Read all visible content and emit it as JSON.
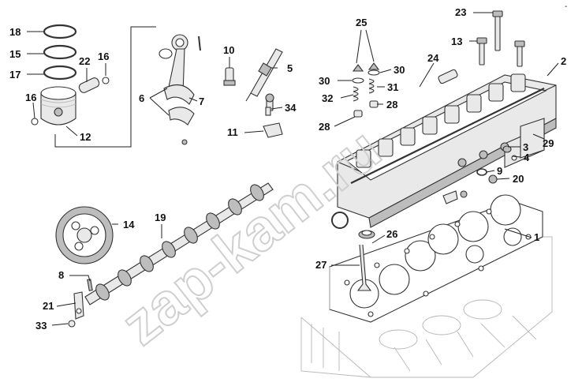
{
  "corner_mark": "-",
  "watermark": "zap-kam.ru",
  "callouts": [
    {
      "id": "c1",
      "text": "1"
    },
    {
      "id": "c2",
      "text": "2"
    },
    {
      "id": "c3",
      "text": "3"
    },
    {
      "id": "c4",
      "text": "4"
    },
    {
      "id": "c5",
      "text": "5"
    },
    {
      "id": "c6",
      "text": "6"
    },
    {
      "id": "c7",
      "text": "7"
    },
    {
      "id": "c8",
      "text": "8"
    },
    {
      "id": "c9",
      "text": "9"
    },
    {
      "id": "c10",
      "text": "10"
    },
    {
      "id": "c11",
      "text": "11"
    },
    {
      "id": "c12",
      "text": "12"
    },
    {
      "id": "c13",
      "text": "13"
    },
    {
      "id": "c14",
      "text": "14"
    },
    {
      "id": "c15",
      "text": "15"
    },
    {
      "id": "c16a",
      "text": "16"
    },
    {
      "id": "c16b",
      "text": "16"
    },
    {
      "id": "c17",
      "text": "17"
    },
    {
      "id": "c18",
      "text": "18"
    },
    {
      "id": "c19",
      "text": "19"
    },
    {
      "id": "c20",
      "text": "20"
    },
    {
      "id": "c21",
      "text": "21"
    },
    {
      "id": "c22",
      "text": "22"
    },
    {
      "id": "c23",
      "text": "23"
    },
    {
      "id": "c24",
      "text": "24"
    },
    {
      "id": "c25",
      "text": "25"
    },
    {
      "id": "c26",
      "text": "26"
    },
    {
      "id": "c27",
      "text": "27"
    },
    {
      "id": "c28a",
      "text": "28"
    },
    {
      "id": "c28b",
      "text": "28"
    },
    {
      "id": "c29",
      "text": "29"
    },
    {
      "id": "c30a",
      "text": "30"
    },
    {
      "id": "c30b",
      "text": "30"
    },
    {
      "id": "c31",
      "text": "31"
    },
    {
      "id": "c32",
      "text": "32"
    },
    {
      "id": "c33",
      "text": "33"
    },
    {
      "id": "c34",
      "text": "34"
    }
  ]
}
